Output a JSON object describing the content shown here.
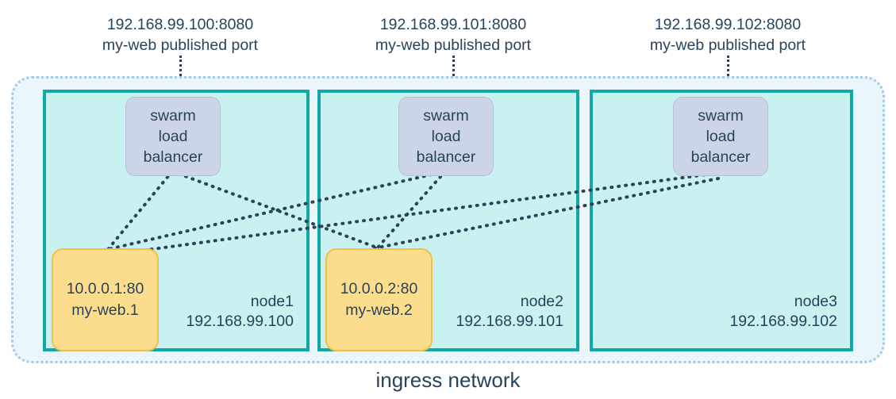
{
  "diagram": {
    "title": "ingress network",
    "colors": {
      "ingress_fill": "#eaf5fc",
      "ingress_border": "#a8c9e4",
      "node_fill": "#c9f1ef",
      "node_border": "#13a8a8",
      "load_balancer_fill": "#ccd4e8",
      "task_fill": "#fcdd8e",
      "task_border": "#f0c04a",
      "text": "#27445c",
      "connector": "#2b4257"
    }
  },
  "published_ports": [
    {
      "address": "192.168.99.100:8080",
      "description": "my-web published port"
    },
    {
      "address": "192.168.99.101:8080",
      "description": "my-web published port"
    },
    {
      "address": "192.168.99.102:8080",
      "description": "my-web published port"
    }
  ],
  "load_balancers": [
    {
      "line1": "swarm",
      "line2": "load",
      "line3": "balancer"
    },
    {
      "line1": "swarm",
      "line2": "load",
      "line3": "balancer"
    },
    {
      "line1": "swarm",
      "line2": "load",
      "line3": "balancer"
    }
  ],
  "nodes": [
    {
      "name": "node1",
      "ip": "192.168.99.100"
    },
    {
      "name": "node2",
      "ip": "192.168.99.101"
    },
    {
      "name": "node3",
      "ip": "192.168.99.102"
    }
  ],
  "tasks": [
    {
      "address": "10.0.0.1:80",
      "name": "my-web.1"
    },
    {
      "address": "10.0.0.2:80",
      "name": "my-web.2"
    }
  ]
}
